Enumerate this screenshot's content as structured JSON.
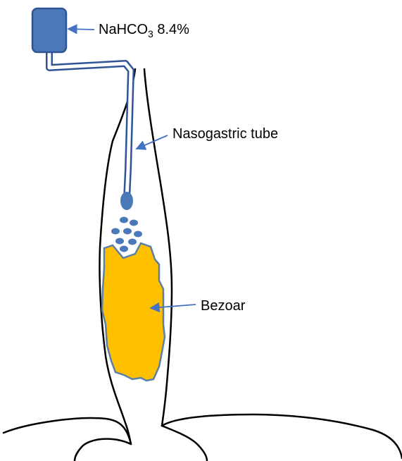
{
  "labels": {
    "solution_main": "NaHCO",
    "solution_sub": "3",
    "solution_rest": " 8.4%",
    "tube": "Nasogastric tube",
    "bezoar": "Bezoar"
  },
  "colors": {
    "device": "#4a78b8",
    "device_outline": "#2f5597",
    "bezoar_fill": "#ffc000",
    "bezoar_outline": "#5b7fa6",
    "anatomy_outline": "#000000",
    "arrow": "#4472c4"
  }
}
